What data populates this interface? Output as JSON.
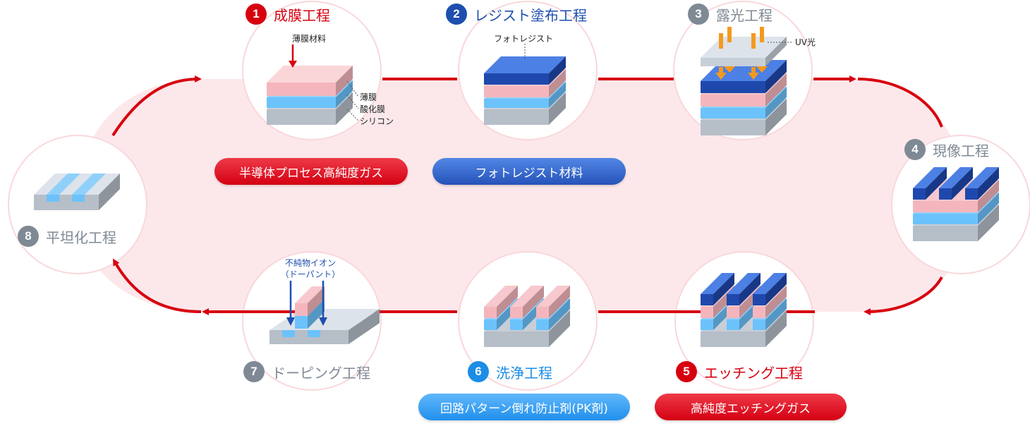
{
  "diagram": {
    "title": "Semiconductor manufacturing process cycle",
    "colors": {
      "accent_red": "#d7000f",
      "accent_blue": "#1e4fae",
      "accent_sky": "#1b8de6",
      "inactive_gray": "#7f8994",
      "band_pink": "#fce8ea",
      "layer_resist": "#2a5cc7",
      "layer_film": "#f4b6bc",
      "layer_oxide": "#6cc2fb",
      "layer_silicon": "#b6bec8",
      "uv_arrow": "#f39a1e"
    },
    "steps": [
      {
        "number": "1",
        "title": "成膜工程",
        "state": "highlight-red",
        "labels": {
          "top": "薄膜材料",
          "film": "薄膜",
          "oxide": "酸化膜",
          "silicon": "シリコン"
        },
        "product": "半導体プロセス高純度ガス"
      },
      {
        "number": "2",
        "title": "レジスト塗布工程",
        "state": "highlight-blue",
        "labels": {
          "top": "フォトレジスト"
        },
        "product": "フォトレジスト材料"
      },
      {
        "number": "3",
        "title": "露光工程",
        "state": "inactive",
        "labels": {
          "uv": "UV光"
        }
      },
      {
        "number": "4",
        "title": "現像工程",
        "state": "inactive"
      },
      {
        "number": "5",
        "title": "エッチング工程",
        "state": "highlight-red",
        "product": "高純度エッチングガス"
      },
      {
        "number": "6",
        "title": "洗浄工程",
        "state": "highlight-sky",
        "product": "回路パターン倒れ防止剤(PK剤)"
      },
      {
        "number": "7",
        "title": "ドーピング工程",
        "state": "inactive",
        "labels": {
          "ion_line1": "不純物イオン",
          "ion_line2": "（ドーパント）"
        }
      },
      {
        "number": "8",
        "title": "平坦化工程",
        "state": "inactive"
      }
    ]
  }
}
